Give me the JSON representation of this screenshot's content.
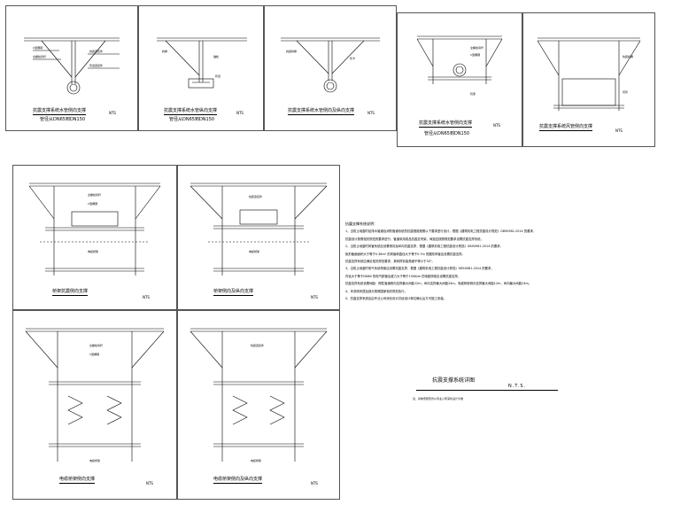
{
  "panels": [
    {
      "title": "抗震支撑系统水管侧向支撑",
      "subtitle": "管径从DN65到DN150",
      "nts": "NTS"
    },
    {
      "title": "抗震支撑系统水管纵向支撑",
      "subtitle": "管径从DN65到DN150",
      "nts": "NTS"
    },
    {
      "title": "抗震支撑系统水管侧向及纵向支撑",
      "subtitle": "",
      "nts": "NTS"
    },
    {
      "title": "抗震支撑系统水管侧向支撑",
      "subtitle": "管径从DN65到DN150",
      "nts": "NTS"
    },
    {
      "title": "抗震支撑系统风管侧向支撑",
      "subtitle": "",
      "nts": "NTS"
    },
    {
      "title": "桥架抗震侧向支撑",
      "subtitle": "",
      "nts": "NTS"
    },
    {
      "title": "桥架侧向及纵向支撑",
      "subtitle": "",
      "nts": "NTS"
    },
    {
      "title": "电缆桥架侧向支撑",
      "subtitle": "",
      "nts": "NTS"
    },
    {
      "title": "电缆桥架侧向及纵向支撑",
      "subtitle": "",
      "nts": "NTS"
    }
  ],
  "notes": {
    "heading": "抗震支撑系统说明：",
    "items": [
      "1、当防止地震时给排水管道及消防管道系统的抗震措施按照以下要求进行设计，根据《建筑机电工程抗震设计规范》GB50981-2014 的要求，",
      "抗震设计按照相关规范的要求进行，管道采用成品抗震支吊架，间距应按照规范要求设置抗震支撑系统。",
      "2、当防止地震时风管系统应设置侧向及纵向抗震支撑，根据《建筑机电工程抗震设计规范》GB50981-2014 的要求，",
      "矩形截面面积大于等于0.38m² 的风管和直径大于等于0.7m 的圆形风管应设置抗震支撑。",
      "抗震支撑系统应满足相关规范要求，其斜撑安装角度不得小于30°。",
      "3、当防止地震时电气系统桥架应设置抗震支撑，根据《建筑机电工程抗震设计规范》GB50981-2014 的要求，",
      "内径大于等于DN60 的电气配管及重力大于等于150N/m 的电缆桥架应设置抗震支撑。",
      "抗震支撑系统设置间距：刚性管道侧向支撑最大间距12m，纵向支撑最大间距24m，电缆桥架侧向支撑最大间距12m，纵向最大间距24m。",
      "4、本说明未提及部分按照国家相关规范执行。",
      "5、抗震支撑系统应由专业公司深化设计并经设计单位确认后方可施工安装。"
    ]
  },
  "sheet_title": "抗震支撑系统详图",
  "sheet_scale": "N.T.S.",
  "footnote": "注：具体安装形式以专业公司深化设计为准"
}
